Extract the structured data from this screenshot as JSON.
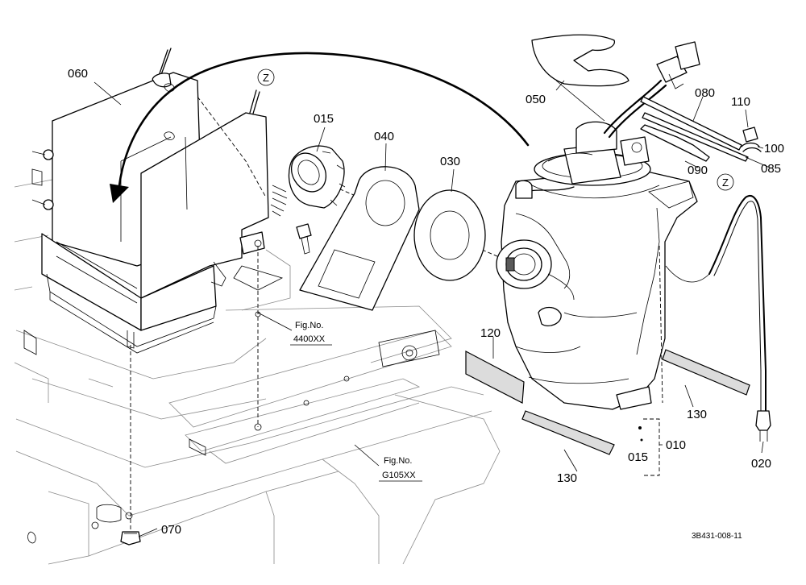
{
  "callouts": {
    "c060": "060",
    "c015a": "015",
    "c040": "040",
    "c030": "030",
    "c050": "050",
    "c080": "080",
    "c110": "110",
    "c100": "100",
    "c090": "090",
    "c085": "085",
    "c120": "120",
    "c130a": "130",
    "c130b": "130",
    "c010": "010",
    "c015b": "015",
    "c020": "020",
    "c070": "070"
  },
  "markers": {
    "z1": "Z",
    "z2": "Z"
  },
  "figure_refs": {
    "ref1_line1": "Fig.No.",
    "ref1_line2": "4400XX",
    "ref2_line1": "Fig.No.",
    "ref2_line2": "G105XX"
  },
  "drawing_code": "3B431-008-11"
}
